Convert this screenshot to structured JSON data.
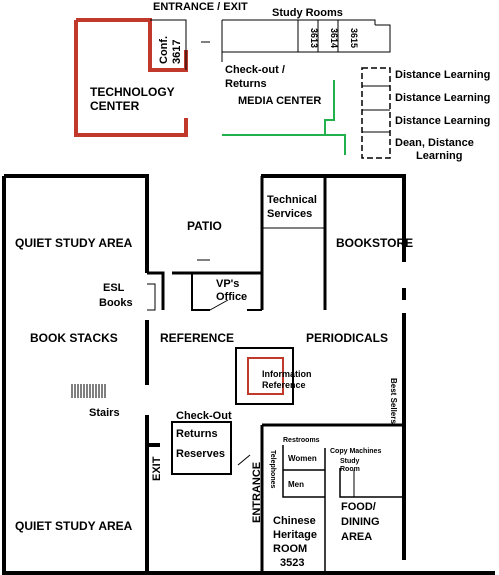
{
  "colors": {
    "wall": "#000000",
    "tech": "#c0392b",
    "media": "#22b14c",
    "info": "#c0392b"
  },
  "upper": {
    "entrance_exit": "ENTRANCE / EXIT",
    "study_rooms": "Study Rooms",
    "rooms": [
      "3613",
      "3614",
      "3615"
    ],
    "conf_line1": "Conf.",
    "conf_line2": "3617",
    "tech_line1": "TECHNOLOGY",
    "tech_line2": "CENTER",
    "checkout_line1": "Check-out /",
    "checkout_line2": "Returns",
    "media_center": "MEDIA CENTER",
    "distance_learning": [
      "Distance Learning",
      "Distance Learning",
      "Distance Learning"
    ],
    "dean_line1": "Dean, Distance",
    "dean_line2": "Learning"
  },
  "lower": {
    "patio": "PATIO",
    "technical_line1": "Technical",
    "technical_line2": "Services",
    "bookstore": "BOOKSTORE",
    "quiet_study_top": "QUIET STUDY AREA",
    "esl_line1": "ESL",
    "esl_line2": "Books",
    "vp_line1": "VP's",
    "vp_line2": "Office",
    "book_stacks": "BOOK STACKS",
    "reference": "REFERENCE",
    "periodicals": "PERIODICALS",
    "info_line1": "Information",
    "info_line2": "Reference",
    "best_sellers": "Best Sellers",
    "stairs": "Stairs",
    "checkout": "Check-Out",
    "returns": "Returns",
    "reserves": "Reserves",
    "exit": "EXIT",
    "restrooms": "Restrooms",
    "copy_machines": "Copy Machines",
    "study_room_line1": "Study",
    "study_room_line2": "Room",
    "women": "Women",
    "men": "Men",
    "telephones": "Telephones",
    "entrance": "ENTRANCE",
    "chinese_line1": "Chinese",
    "chinese_line2": "Heritage",
    "chinese_line3": "ROOM",
    "chinese_line4": "3523",
    "food_line1": "FOOD/",
    "food_line2": "DINING",
    "food_line3": "AREA",
    "quiet_study_bottom": "QUIET STUDY AREA"
  }
}
